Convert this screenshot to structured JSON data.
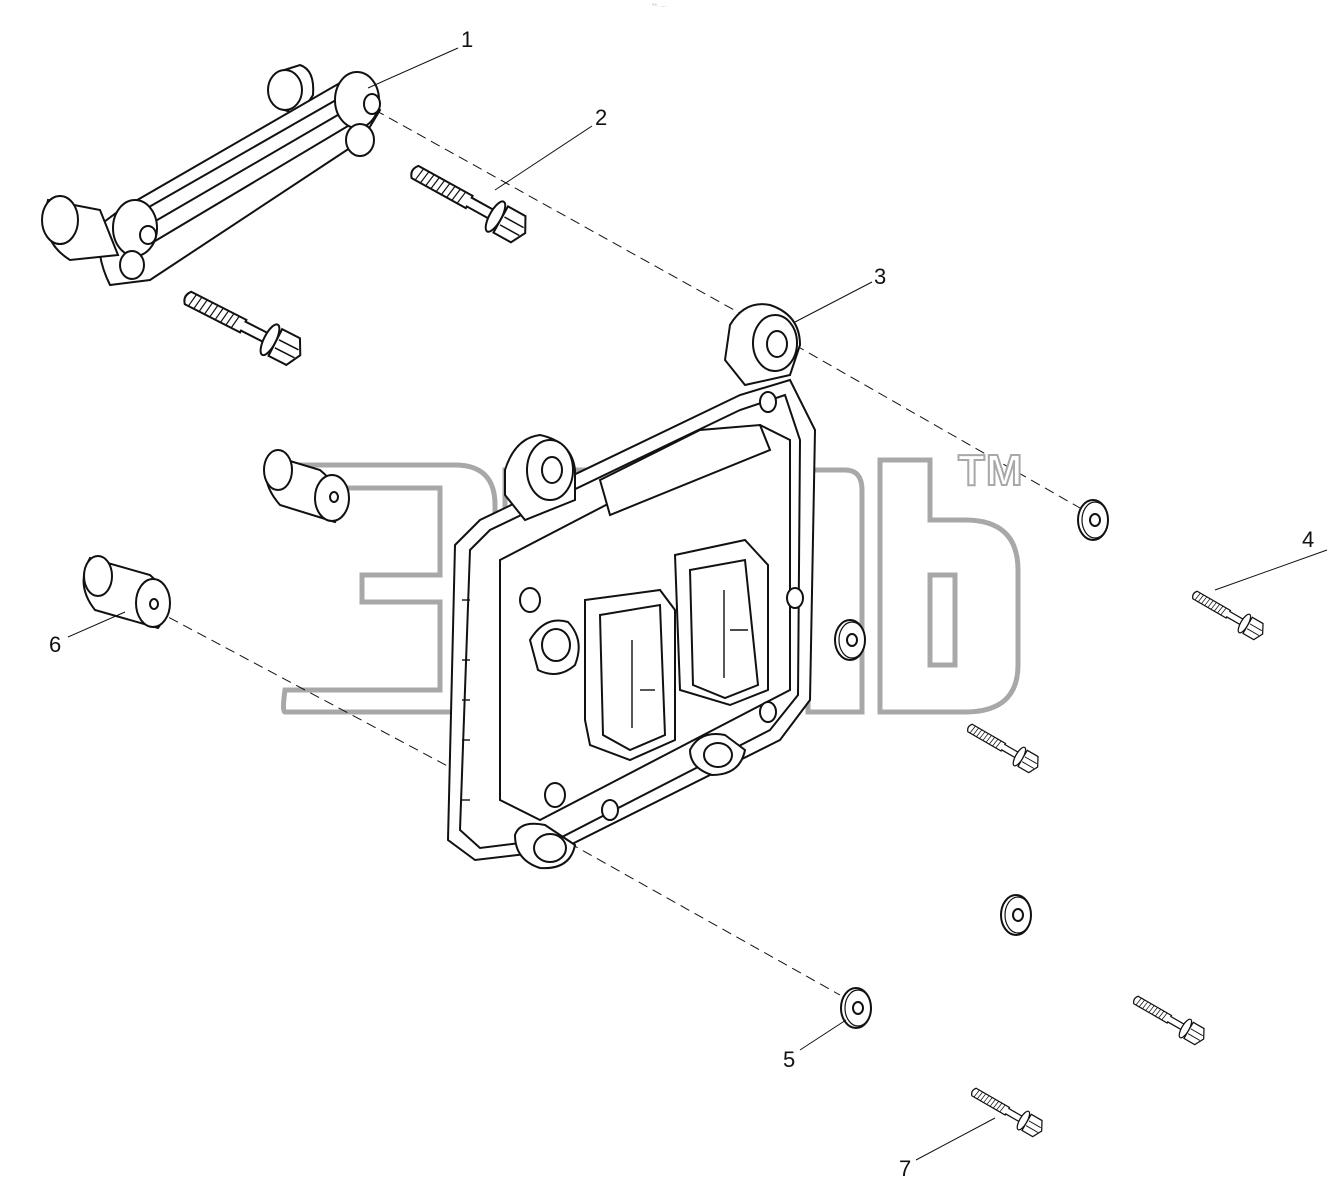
{
  "header_mark": "°°· ···",
  "watermark": {
    "symbol": "TM",
    "color": "#a8a8a8"
  },
  "callouts": [
    {
      "id": "1",
      "label": "1"
    },
    {
      "id": "2",
      "label": "2"
    },
    {
      "id": "3",
      "label": "3"
    },
    {
      "id": "4",
      "label": "4"
    },
    {
      "id": "5",
      "label": "5"
    },
    {
      "id": "6",
      "label": "6"
    },
    {
      "id": "7",
      "label": "7"
    }
  ],
  "parts": [
    {
      "id": "1",
      "icon": "bracket-arm-icon"
    },
    {
      "id": "2",
      "icon": "flange-bolt-icon"
    },
    {
      "id": "3",
      "icon": "ecm-module-icon"
    },
    {
      "id": "4",
      "icon": "flange-bolt-icon"
    },
    {
      "id": "5",
      "icon": "washer-icon"
    },
    {
      "id": "6",
      "icon": "spacer-icon"
    },
    {
      "id": "7",
      "icon": "flange-bolt-icon"
    }
  ],
  "colors": {
    "line": "#111111",
    "watermark": "#a8a8a8"
  }
}
